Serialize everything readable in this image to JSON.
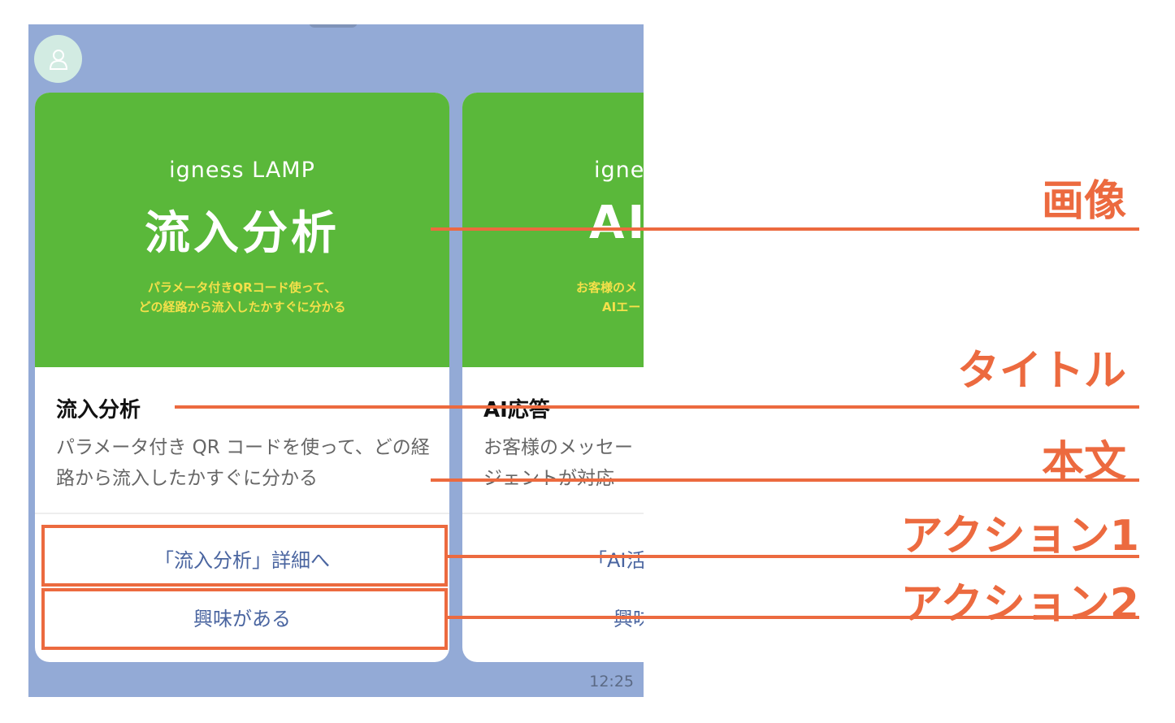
{
  "chat": {
    "time": "12:25",
    "cards": [
      {
        "image_brand": "igness LAMP",
        "image_heading": "流入分析",
        "image_sub_line1": "パラメータ付きQRコード使って、",
        "image_sub_line2": "どの経路から流入したかすぐに分かる",
        "title": "流入分析",
        "body": "パラメータ付き QR コードを使って、どの経路から流入したかすぐに分かる",
        "action1": "「流入分析」詳細へ",
        "action2": "興味がある"
      },
      {
        "image_brand": "igne",
        "image_heading": "AI",
        "image_sub_line1": "お客様のメ",
        "image_sub_line2": "AIエー",
        "title": "AI応答",
        "body": "お客様のメッセージェントが対応",
        "action1": "「AI活",
        "action2": "興味"
      }
    ]
  },
  "annotations": {
    "image": "画像",
    "title": "タイトル",
    "body": "本文",
    "action1": "アクション1",
    "action2": "アクション2"
  },
  "colors": {
    "accent": "#ec6a3f",
    "hero": "#5ab83a",
    "chat_bg": "#93aad6"
  }
}
